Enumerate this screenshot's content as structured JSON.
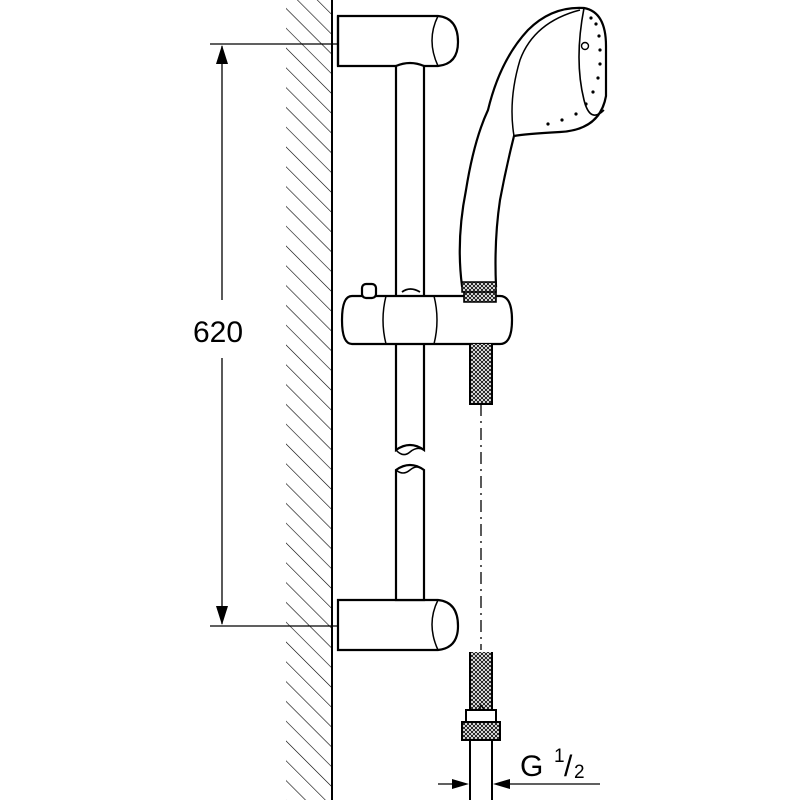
{
  "dimension": {
    "height_value": "620"
  },
  "thread": {
    "prefix": "G",
    "numerator": "1",
    "separator": "/",
    "denominator": "2"
  },
  "colors": {
    "line": "#000000",
    "background": "#ffffff"
  }
}
